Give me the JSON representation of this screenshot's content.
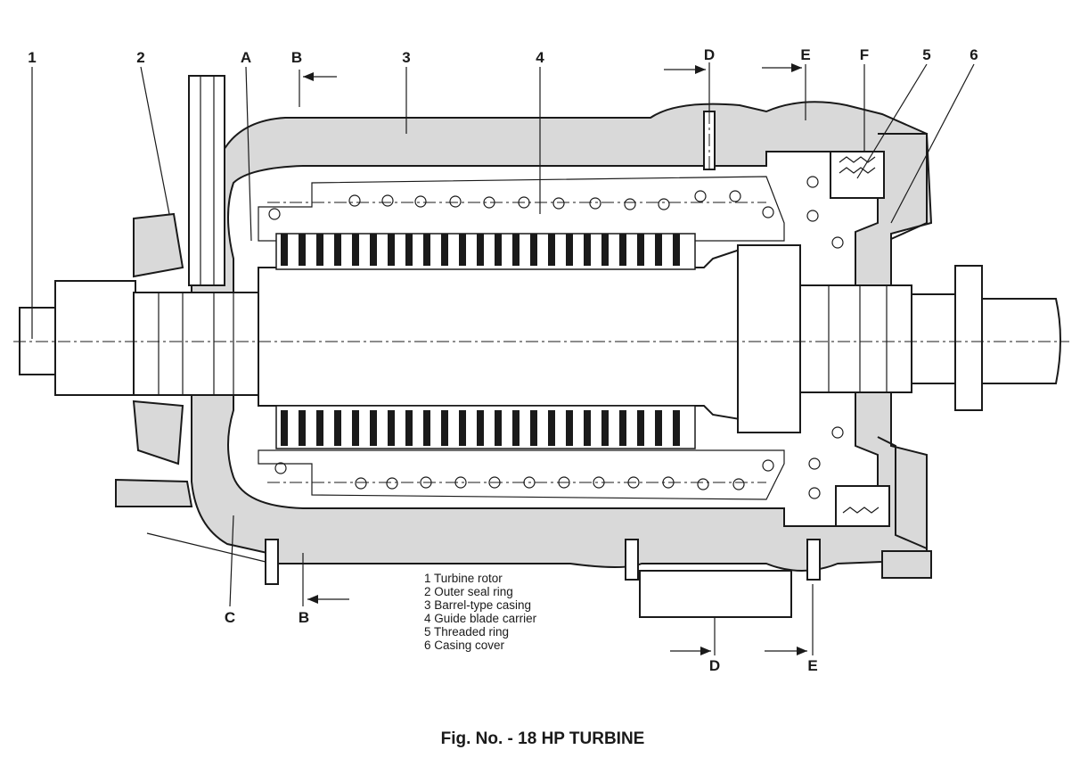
{
  "callouts": {
    "c1": "1",
    "c2": "2",
    "c3": "3",
    "c4": "4",
    "c5": "5",
    "c6": "6",
    "A": "A",
    "B_top": "B",
    "B_bottom": "B",
    "C": "C",
    "D_top": "D",
    "D_bottom": "D",
    "E_top": "E",
    "E_bottom": "E",
    "F": "F"
  },
  "legend": [
    "1  Turbine rotor",
    "2  Outer seal ring",
    "3  Barrel-type casing",
    "4  Guide blade carrier",
    "5  Threaded ring",
    "6  Casing cover"
  ],
  "caption": "Fig. No. - 18 HP TURBINE"
}
